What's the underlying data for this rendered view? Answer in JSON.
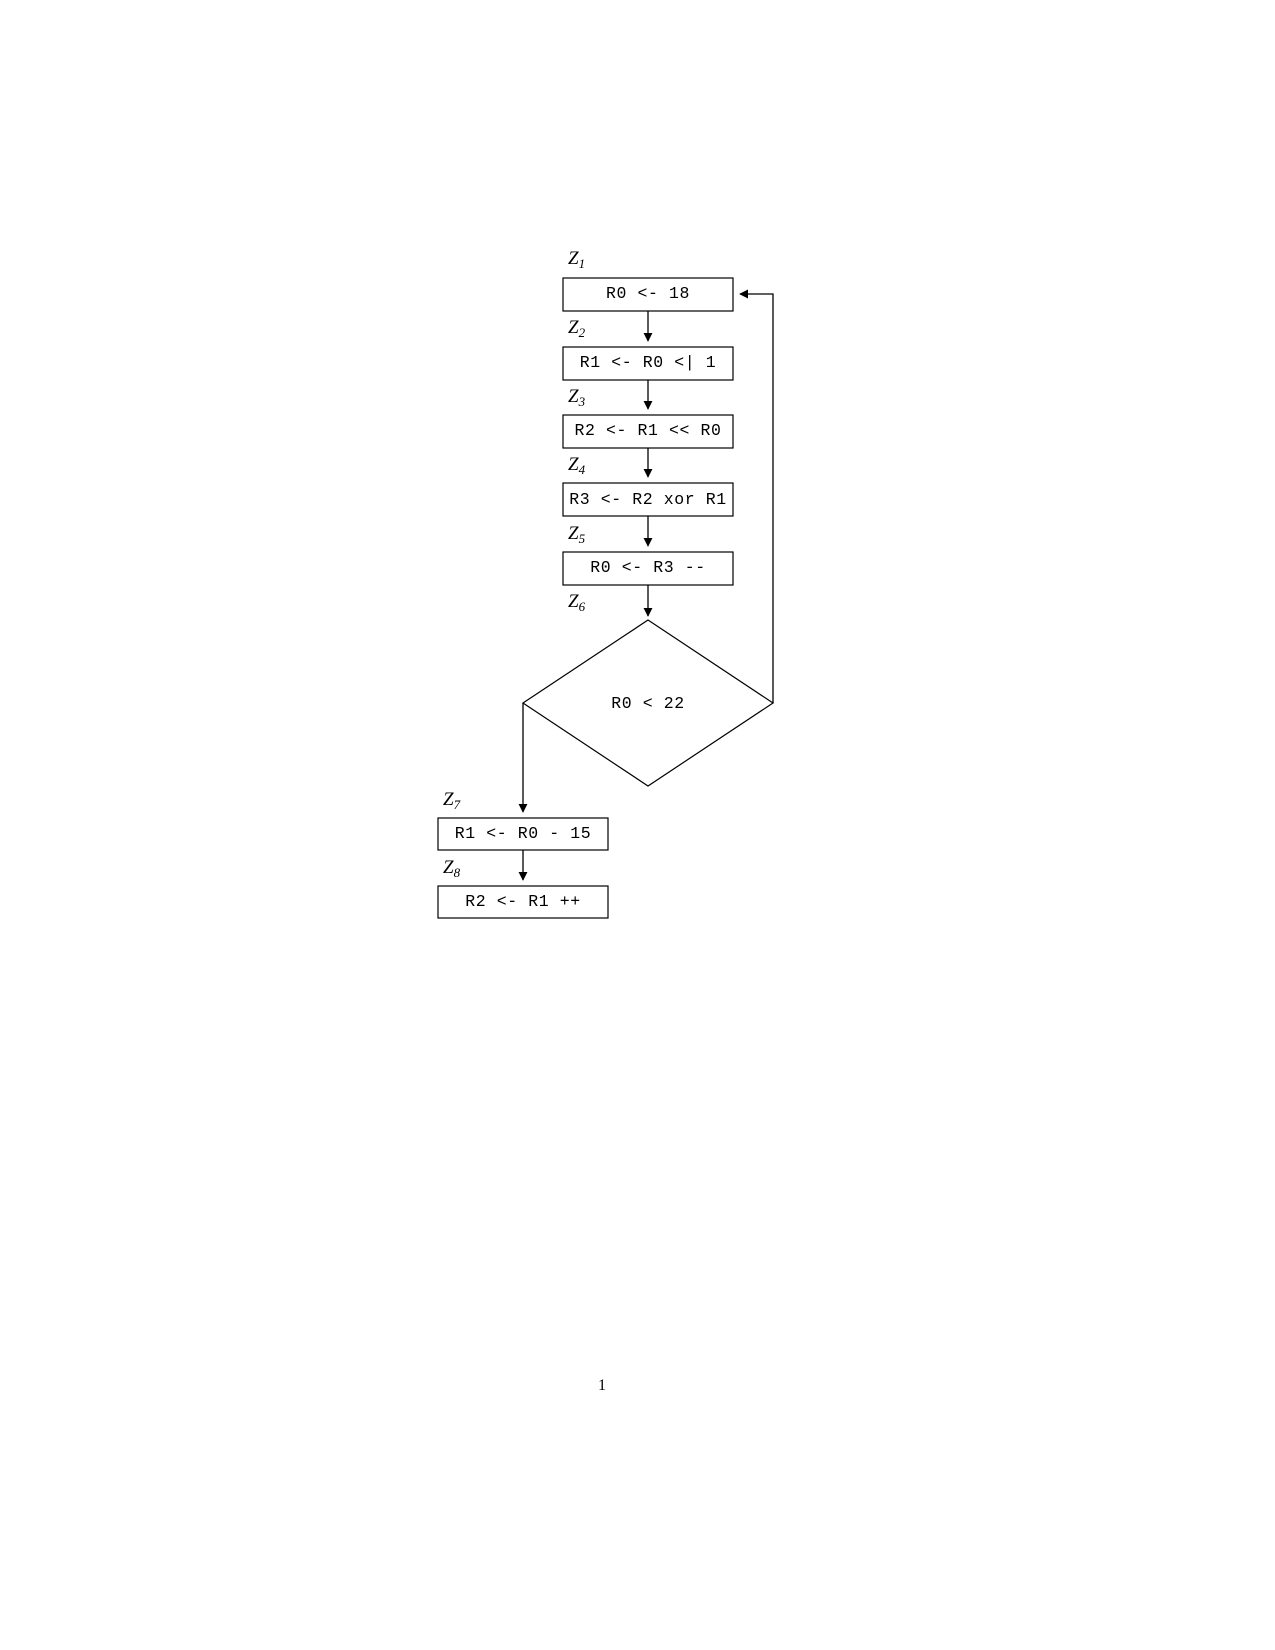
{
  "document": {
    "page_number": "1",
    "background_color": "#ffffff",
    "line_color": "#000000"
  },
  "diagram": {
    "type": "control-flow-graph",
    "nodes": [
      {
        "id": "Z1",
        "label": "Z",
        "subscript": "1",
        "shape": "rect",
        "text": "R0 <- 18"
      },
      {
        "id": "Z2",
        "label": "Z",
        "subscript": "2",
        "shape": "rect",
        "text": "R1 <- R0 <| 1"
      },
      {
        "id": "Z3",
        "label": "Z",
        "subscript": "3",
        "shape": "rect",
        "text": "R2 <- R1 << R0"
      },
      {
        "id": "Z4",
        "label": "Z",
        "subscript": "4",
        "shape": "rect",
        "text": "R3 <- R2 xor R1"
      },
      {
        "id": "Z5",
        "label": "Z",
        "subscript": "5",
        "shape": "rect",
        "text": "R0 <- R3 --"
      },
      {
        "id": "Z6",
        "label": "Z",
        "subscript": "6",
        "shape": "diamond",
        "text": "R0 < 22"
      },
      {
        "id": "Z7",
        "label": "Z",
        "subscript": "7",
        "shape": "rect",
        "text": "R1 <- R0 - 15"
      },
      {
        "id": "Z8",
        "label": "Z",
        "subscript": "8",
        "shape": "rect",
        "text": "R2 <- R1 ++"
      }
    ],
    "edges": [
      {
        "from": "Z1",
        "to": "Z2",
        "kind": "sequential"
      },
      {
        "from": "Z2",
        "to": "Z3",
        "kind": "sequential"
      },
      {
        "from": "Z3",
        "to": "Z4",
        "kind": "sequential"
      },
      {
        "from": "Z4",
        "to": "Z5",
        "kind": "sequential"
      },
      {
        "from": "Z5",
        "to": "Z6",
        "kind": "sequential"
      },
      {
        "from": "Z6",
        "to": "Z1",
        "kind": "back-edge-loop"
      },
      {
        "from": "Z6",
        "to": "Z7",
        "kind": "branch-exit"
      },
      {
        "from": "Z7",
        "to": "Z8",
        "kind": "sequential"
      }
    ]
  }
}
